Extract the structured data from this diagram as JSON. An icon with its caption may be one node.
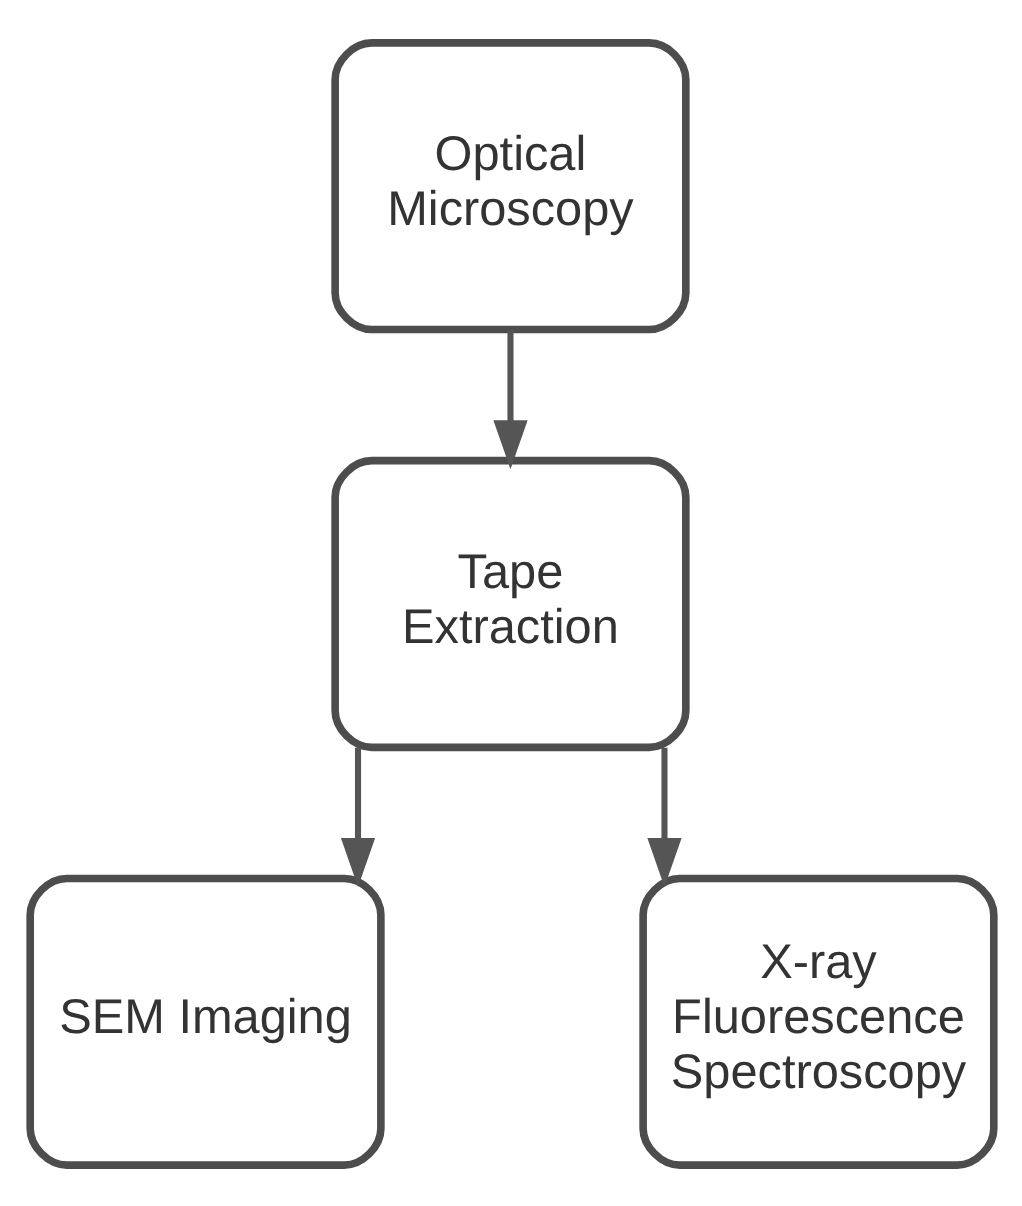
{
  "diagram": {
    "nodes": [
      {
        "text": [
          "Optical Microscopy"
        ]
      },
      {
        "text": [
          "Tape Extraction"
        ]
      },
      {
        "text": [
          "SEM Imaging"
        ]
      },
      {
        "text": [
          "X-ray Fluorescence Spectroscopy"
        ]
      }
    ],
    "edges": [
      {
        "from": 0,
        "to": 1,
        "arrow": "to"
      },
      {
        "from": 1,
        "to": 2,
        "arrow": "to"
      },
      {
        "from": 1,
        "to": 3,
        "arrow": "to"
      }
    ]
  }
}
